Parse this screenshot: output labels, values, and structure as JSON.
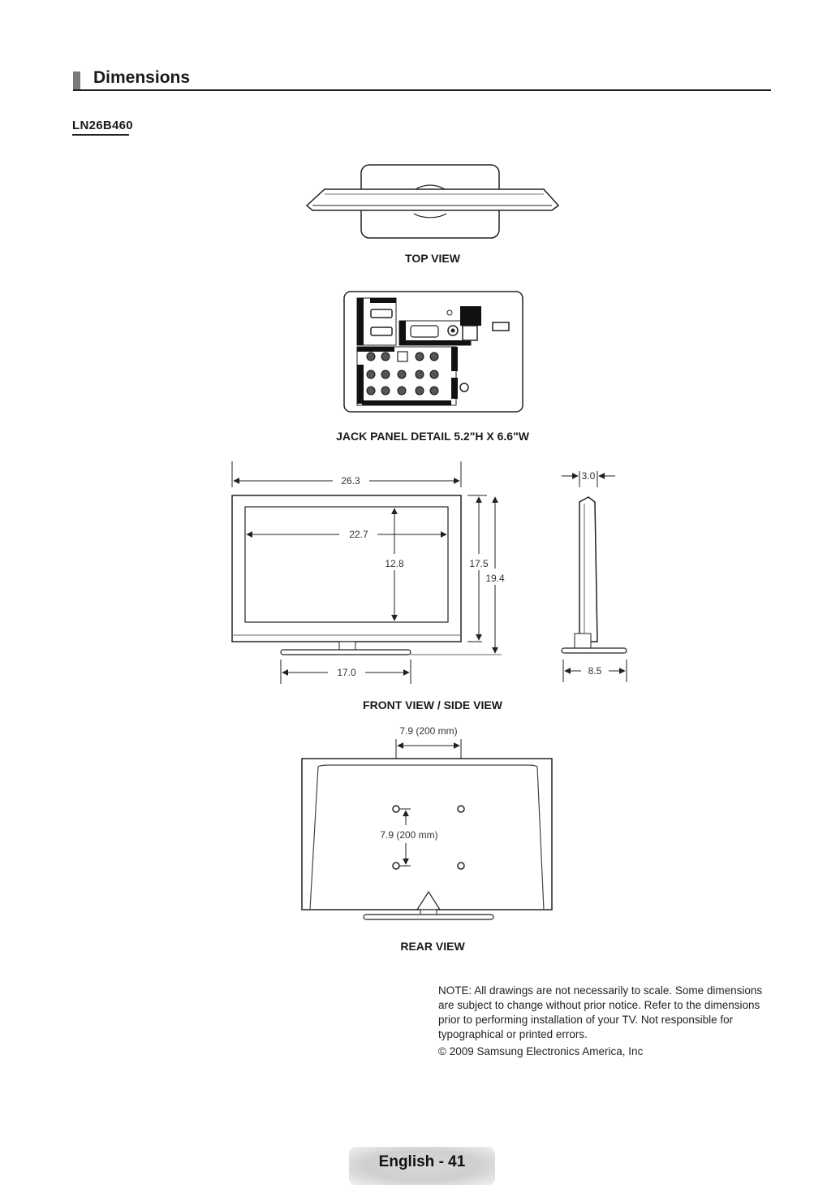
{
  "section": {
    "title": "Dimensions"
  },
  "model": "LN26B460",
  "captions": {
    "top_view": "TOP VIEW",
    "jack_panel": "JACK PANEL DETAIL 5.2\"H X 6.6\"W",
    "front_side": "FRONT VIEW / SIDE VIEW",
    "rear": "REAR VIEW"
  },
  "dimensions": {
    "overall_width": "26.3",
    "screen_width": "22.7",
    "screen_height": "12.8",
    "body_height": "17.5",
    "total_height": "19.4",
    "stand_width": "17.0",
    "depth": "3.0",
    "stand_depth": "8.5",
    "vesa_horizontal": "7.9 (200 mm)",
    "vesa_vertical": "7.9 (200 mm)"
  },
  "note": "NOTE: All drawings are not necessarily to scale. Some dimensions are subject to change without prior notice. Refer to the dimensions prior to performing installation of your TV. Not responsible for typographical or printed errors.",
  "copyright": "© 2009 Samsung Electronics America, Inc",
  "footer": "English - 41"
}
